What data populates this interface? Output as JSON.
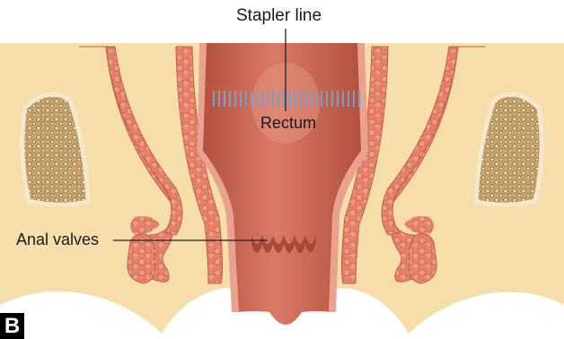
{
  "figure": {
    "panel_letter": "B",
    "labels": {
      "stapler_line": "Stapler line",
      "rectum": "Rectum",
      "anal_valves": "Anal valves"
    },
    "colors": {
      "fat_tissue": "#f6deaa",
      "muscle": "#e88c76",
      "rectum_lumen": "#c9614f",
      "bone": "#c9a875",
      "staples": "#7f9bc4"
    }
  }
}
